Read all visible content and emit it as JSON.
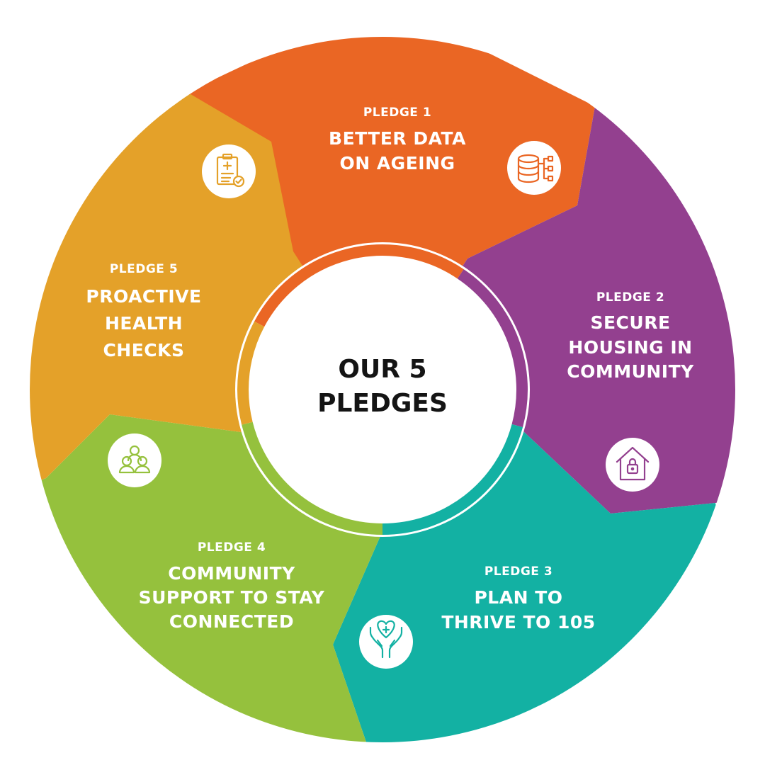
{
  "center": {
    "line1": "OUR 5",
    "line2": "PLEDGES"
  },
  "pledges": [
    {
      "number_label": "PLEDGE 1",
      "title_lines": [
        "BETTER DATA",
        "ON AGEING"
      ],
      "color": "#EA6624",
      "icon": "database-icon"
    },
    {
      "number_label": "PLEDGE 2",
      "title_lines": [
        "SECURE",
        "HOUSING IN",
        "COMMUNITY"
      ],
      "color": "#93408F",
      "icon": "locked-house-icon"
    },
    {
      "number_label": "PLEDGE 3",
      "title_lines": [
        "PLAN TO",
        "THRIVE TO 105"
      ],
      "color": "#13B1A3",
      "icon": "caring-hands-heart-icon"
    },
    {
      "number_label": "PLEDGE 4",
      "title_lines": [
        "COMMUNITY",
        "SUPPORT TO STAY",
        "CONNECTED"
      ],
      "color": "#95C13D",
      "icon": "people-group-icon"
    },
    {
      "number_label": "PLEDGE 5",
      "title_lines": [
        "PROACTIVE",
        "HEALTH",
        "CHECKS"
      ],
      "color": "#E4A129",
      "icon": "health-checklist-icon"
    }
  ]
}
